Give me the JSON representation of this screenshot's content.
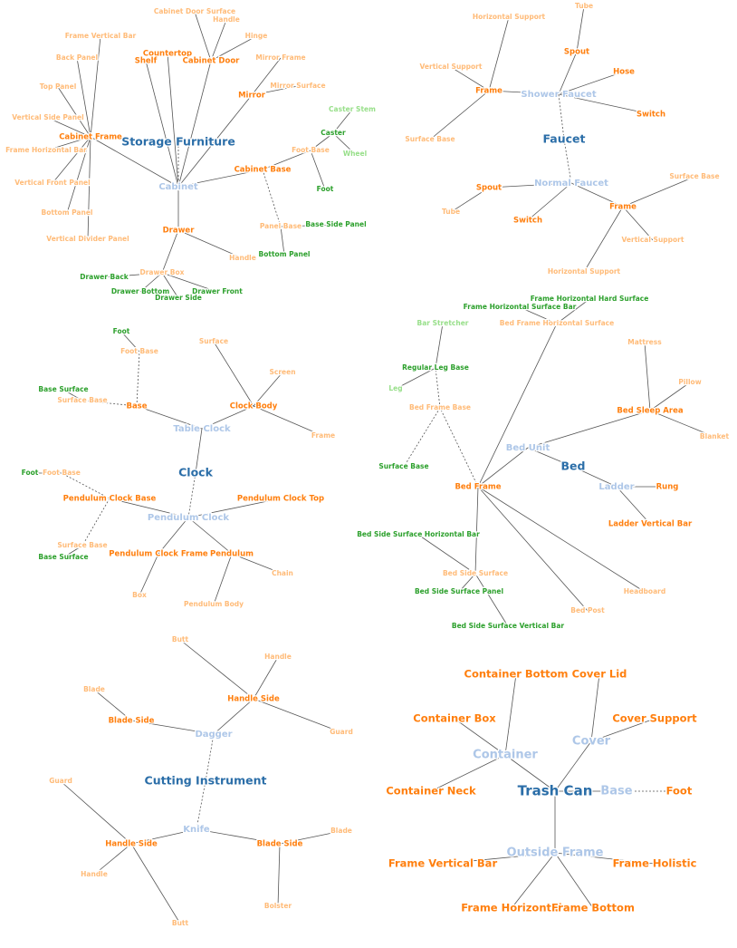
{
  "colors": {
    "root": "#2b6ea8",
    "level1": "#aec7e8",
    "level2": "#ff7f0e",
    "level3": "#ffbb78",
    "level4": "#2ca02c",
    "level5": "#98df8a",
    "edge": "#555555"
  },
  "trees": [
    {
      "root": "Storage Furniture",
      "nodes": {
        "c0": "Cabinet",
        "c1": "Cabinet Frame",
        "c2": "Frame Vertical Bar",
        "c3": "Back Panel",
        "c4": "Top Panel",
        "c5": "Vertical Side Panel",
        "c6": "Frame Horizontal Bar",
        "c7": "Vertical Front Panel",
        "c8": "Bottom Panel",
        "c9": "Vertical Divider Panel",
        "c10": "Countertop",
        "c11": "Shelf",
        "c12": "Cabinet Door",
        "c13": "Cabinet Door Surface",
        "c14": "Handle",
        "c15": "Hinge",
        "c16": "Mirror",
        "c17": "Mirror Frame",
        "c18": "Mirror Surface",
        "c19": "Cabinet Base",
        "c20": "Foot Base",
        "c21": "Caster",
        "c22": "Caster Stem",
        "c23": "Wheel",
        "c24": "Foot",
        "c25": "Panel Base",
        "c26": "Base Side Panel",
        "c27": "Bottom Panel",
        "c28": "Drawer",
        "c29": "Handle",
        "c30": "Drawer Box",
        "c31": "Drawer Back",
        "c32": "Drawer Bottom",
        "c33": "Drawer Side",
        "c34": "Drawer Front"
      }
    },
    {
      "root": "Faucet",
      "nodes": {
        "f0": "Shower Faucet",
        "f1": "Frame",
        "f2": "Horizontal Support",
        "f3": "Vertical Support",
        "f4": "Surface Base",
        "f5": "Spout",
        "f6": "Tube",
        "f7": "Hose",
        "f8": "Switch",
        "f9": "Normal Faucet",
        "f10": "Spout",
        "f11": "Tube",
        "f12": "Switch",
        "f13": "Frame",
        "f14": "Surface Base",
        "f15": "Vertical Support",
        "f16": "Horizontal Support"
      }
    },
    {
      "root": "Clock",
      "nodes": {
        "k0": "Table Clock",
        "k1": "Base",
        "k2": "Foot Base",
        "k3": "Foot",
        "k4": "Surface Base",
        "k5": "Base Surface",
        "k6": "Clock Body",
        "k7": "Surface",
        "k8": "Screen",
        "k9": "Frame",
        "k10": "Pendulum Clock",
        "k11": "Pendulum Clock Base",
        "k12": "Foot Base",
        "k13": "Foot",
        "k14": "Surface Base",
        "k15": "Base Surface",
        "k16": "Pendulum Clock Top",
        "k17": "Pendulum Clock Frame",
        "k18": "Box",
        "k19": "Pendulum",
        "k20": "Chain",
        "k21": "Pendulum Body"
      }
    },
    {
      "root": "Bed",
      "nodes": {
        "b0": "Bed Unit",
        "b1": "Bed Frame",
        "b2": "Bed Frame Base",
        "b3": "Regular Leg Base",
        "b4": "Bar Stretcher",
        "b5": "Leg",
        "b6": "Surface Base",
        "b7": "Bed Frame Horizontal Surface",
        "b8": "Frame Horizontal Hard Surface",
        "b9": "Frame Horizontal Surface Bar",
        "b10": "Bed Side Surface",
        "b11": "Bed Side Surface Horizontal Bar",
        "b12": "Bed Side Surface Panel",
        "b13": "Bed Side Surface Vertical Bar",
        "b14": "Bed Post",
        "b15": "Headboard",
        "b16": "Bed Sleep Area",
        "b17": "Mattress",
        "b18": "Pillow",
        "b19": "Blanket",
        "b20": "Ladder",
        "b21": "Rung",
        "b22": "Ladder Vertical Bar"
      }
    },
    {
      "root": "Cutting Instrument",
      "nodes": {
        "d0": "Dagger",
        "d1": "Handle Side",
        "d2": "Butt",
        "d3": "Handle",
        "d4": "Guard",
        "d5": "Blade Side",
        "d6": "Blade",
        "d7": "Knife",
        "d8": "Handle Side",
        "d9": "Guard",
        "d10": "Handle",
        "d11": "Butt",
        "d12": "Blade Side",
        "d13": "Blade",
        "d14": "Bolster"
      }
    },
    {
      "root": "Trash Can",
      "nodes": {
        "t0": "Container",
        "t1": "Container Bottom",
        "t2": "Container Box",
        "t3": "Container Neck",
        "t4": "Cover",
        "t5": "Cover Lid",
        "t6": "Cover Support",
        "t7": "Base",
        "t8": "Foot",
        "t9": "Outside Frame",
        "t10": "Frame Vertical Bar",
        "t11": "Frame Holistic",
        "t12": "Frame Horizontal",
        "t13": "Frame Bottom"
      }
    }
  ]
}
